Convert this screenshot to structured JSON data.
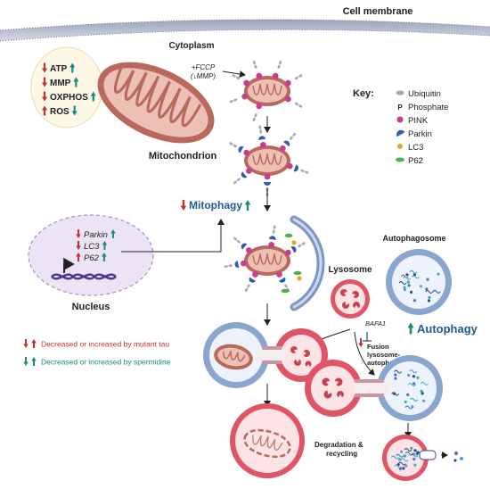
{
  "membrane_label": "Cell membrane",
  "cytoplasm_label": "Cytoplasm",
  "mitochondrion_label": "Mitochondrion",
  "fccp_line1": "+FCCP",
  "fccp_line2": "(↓MMP)",
  "metrics": [
    {
      "label": "ATP",
      "tau": "down",
      "spd": "up"
    },
    {
      "label": "MMP",
      "tau": "down",
      "spd": "up"
    },
    {
      "label": "OXPHOS",
      "tau": "down",
      "spd": "up"
    },
    {
      "label": "ROS",
      "tau": "up",
      "spd": "down"
    }
  ],
  "key": {
    "title": "Key:",
    "items": [
      {
        "label": "Ubiquitin",
        "icon": "ubiquitin-icon"
      },
      {
        "label": "Phosphate",
        "icon": "phosphate-icon",
        "glyph": "P"
      },
      {
        "label": "PINK",
        "icon": "pink-icon"
      },
      {
        "label": "Parkin",
        "icon": "parkin-icon"
      },
      {
        "label": "LC3",
        "icon": "lc3-icon"
      },
      {
        "label": "P62",
        "icon": "p62-icon"
      }
    ]
  },
  "mitophagy_label": "Mitophagy",
  "nucleus_label": "Nucleus",
  "genes": [
    {
      "label": "Parkin",
      "tau": "down",
      "spd": "up"
    },
    {
      "label": "LC3",
      "tau": "down",
      "spd": "up"
    },
    {
      "label": "P62",
      "tau": "up",
      "spd": "up"
    }
  ],
  "autophagosome_label": "Autophagosome",
  "lysosome_label": "Lysosome",
  "bafa1_label": "BAFA1",
  "fusion_lines": [
    "Fusion",
    "lysosome-",
    "autophagosome"
  ],
  "autophagy_label": "Autophagy",
  "legend": [
    {
      "text": "Decreased or increased by mutant tau",
      "marker": "tau"
    },
    {
      "text": "Decreased or increased by spermidine",
      "marker": "spermidine"
    }
  ],
  "degradation_lines": [
    "Degradation &",
    "recycling"
  ],
  "colors": {
    "tau_red": "#c0322f",
    "spermidine_teal": "#1a8a7a",
    "blue_text": "#1f5a99",
    "pink": "#c83c93",
    "parkin": "#2c5fb4",
    "lc3": "#e8a52c",
    "p62": "#52b04a",
    "mito_fill": "#d9968a",
    "lysosome": "#e05565",
    "autophagosome": "#8aa6cf"
  }
}
